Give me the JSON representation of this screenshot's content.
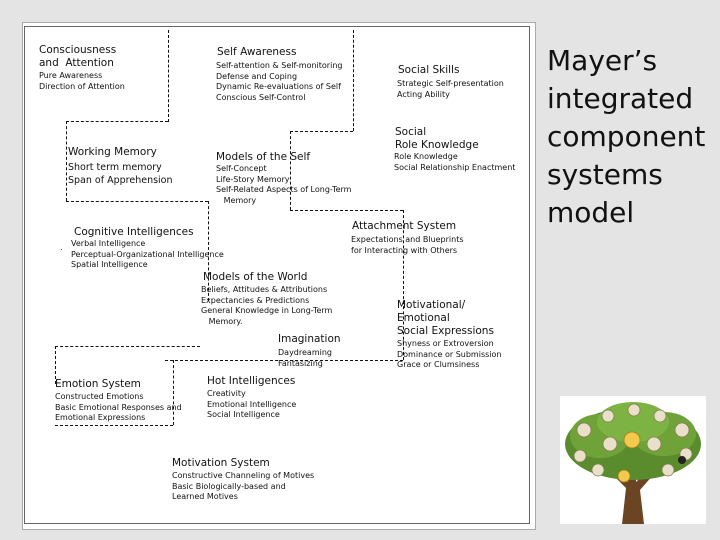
{
  "title": "Mayer’s integrated component systems model",
  "colors": {
    "background": "#e4e4e4",
    "panel": "#ffffff",
    "divider": "#111111",
    "foliage": "#5a8c2e",
    "trunk": "#6b4423"
  },
  "blocks": {
    "consciousness": {
      "heading": "Consciousness\nand  Attention",
      "items": "Pure Awareness\nDirection of Attention"
    },
    "self_awareness": {
      "heading": "Self Awareness",
      "items": "Self-attention & Self-monitoring\nDefense and Coping\nDynamic Re-evaluations of Self\nConscious Self-Control"
    },
    "social_skills": {
      "heading": "Social Skills",
      "items": "Strategic Self-presentation\nActing Ability"
    },
    "working_memory": {
      "heading": "Working Memory",
      "items": "Short term memory\nSpan of Apprehension"
    },
    "models_of_self": {
      "heading": "Models of the Self",
      "items": "Self-Concept\nLife-Story Memory\nSelf-Related Aspects of Long-Term\n   Memory"
    },
    "social_role": {
      "heading": "Social\nRole Knowledge",
      "items": "Role Knowledge\nSocial Relationship Enactment"
    },
    "attachment": {
      "heading": "Attachment System",
      "items": "Expectations and Blueprints\nfor Interacting with Others"
    },
    "cognitive": {
      "heading": "Cognitive Intelligences",
      "bullet": ".",
      "items": "Verbal Intelligence\nPerceptual-Organizational Intelligence\nSpatial Intelligence"
    },
    "models_of_world": {
      "heading": "Models of the World",
      "items": "Beliefs, Attitudes & Attributions\nExpectancies & Predictions\nGeneral Knowledge in Long-Term\n   Memory."
    },
    "motivational": {
      "heading": "Motivational/\nEmotional\nSocial Expressions",
      "items": "Shyness or Extroversion\nDominance or Submission\nGrace or Clumsiness"
    },
    "imagination": {
      "heading": "Imagination",
      "items": "Daydreaming\nFantasizing"
    },
    "emotion": {
      "heading": "Emotion System",
      "items": "Constructed Emotions\nBasic Emotional Responses and\nEmotional Expressions"
    },
    "hot": {
      "heading": "Hot Intelligences",
      "items": "Creativity\nEmotional Intelligence\nSocial Intelligence"
    },
    "motivation": {
      "heading": "Motivation System",
      "items": "Constructive Channeling of Motives\nBasic Biologically-based and\nLearned Motives"
    }
  }
}
